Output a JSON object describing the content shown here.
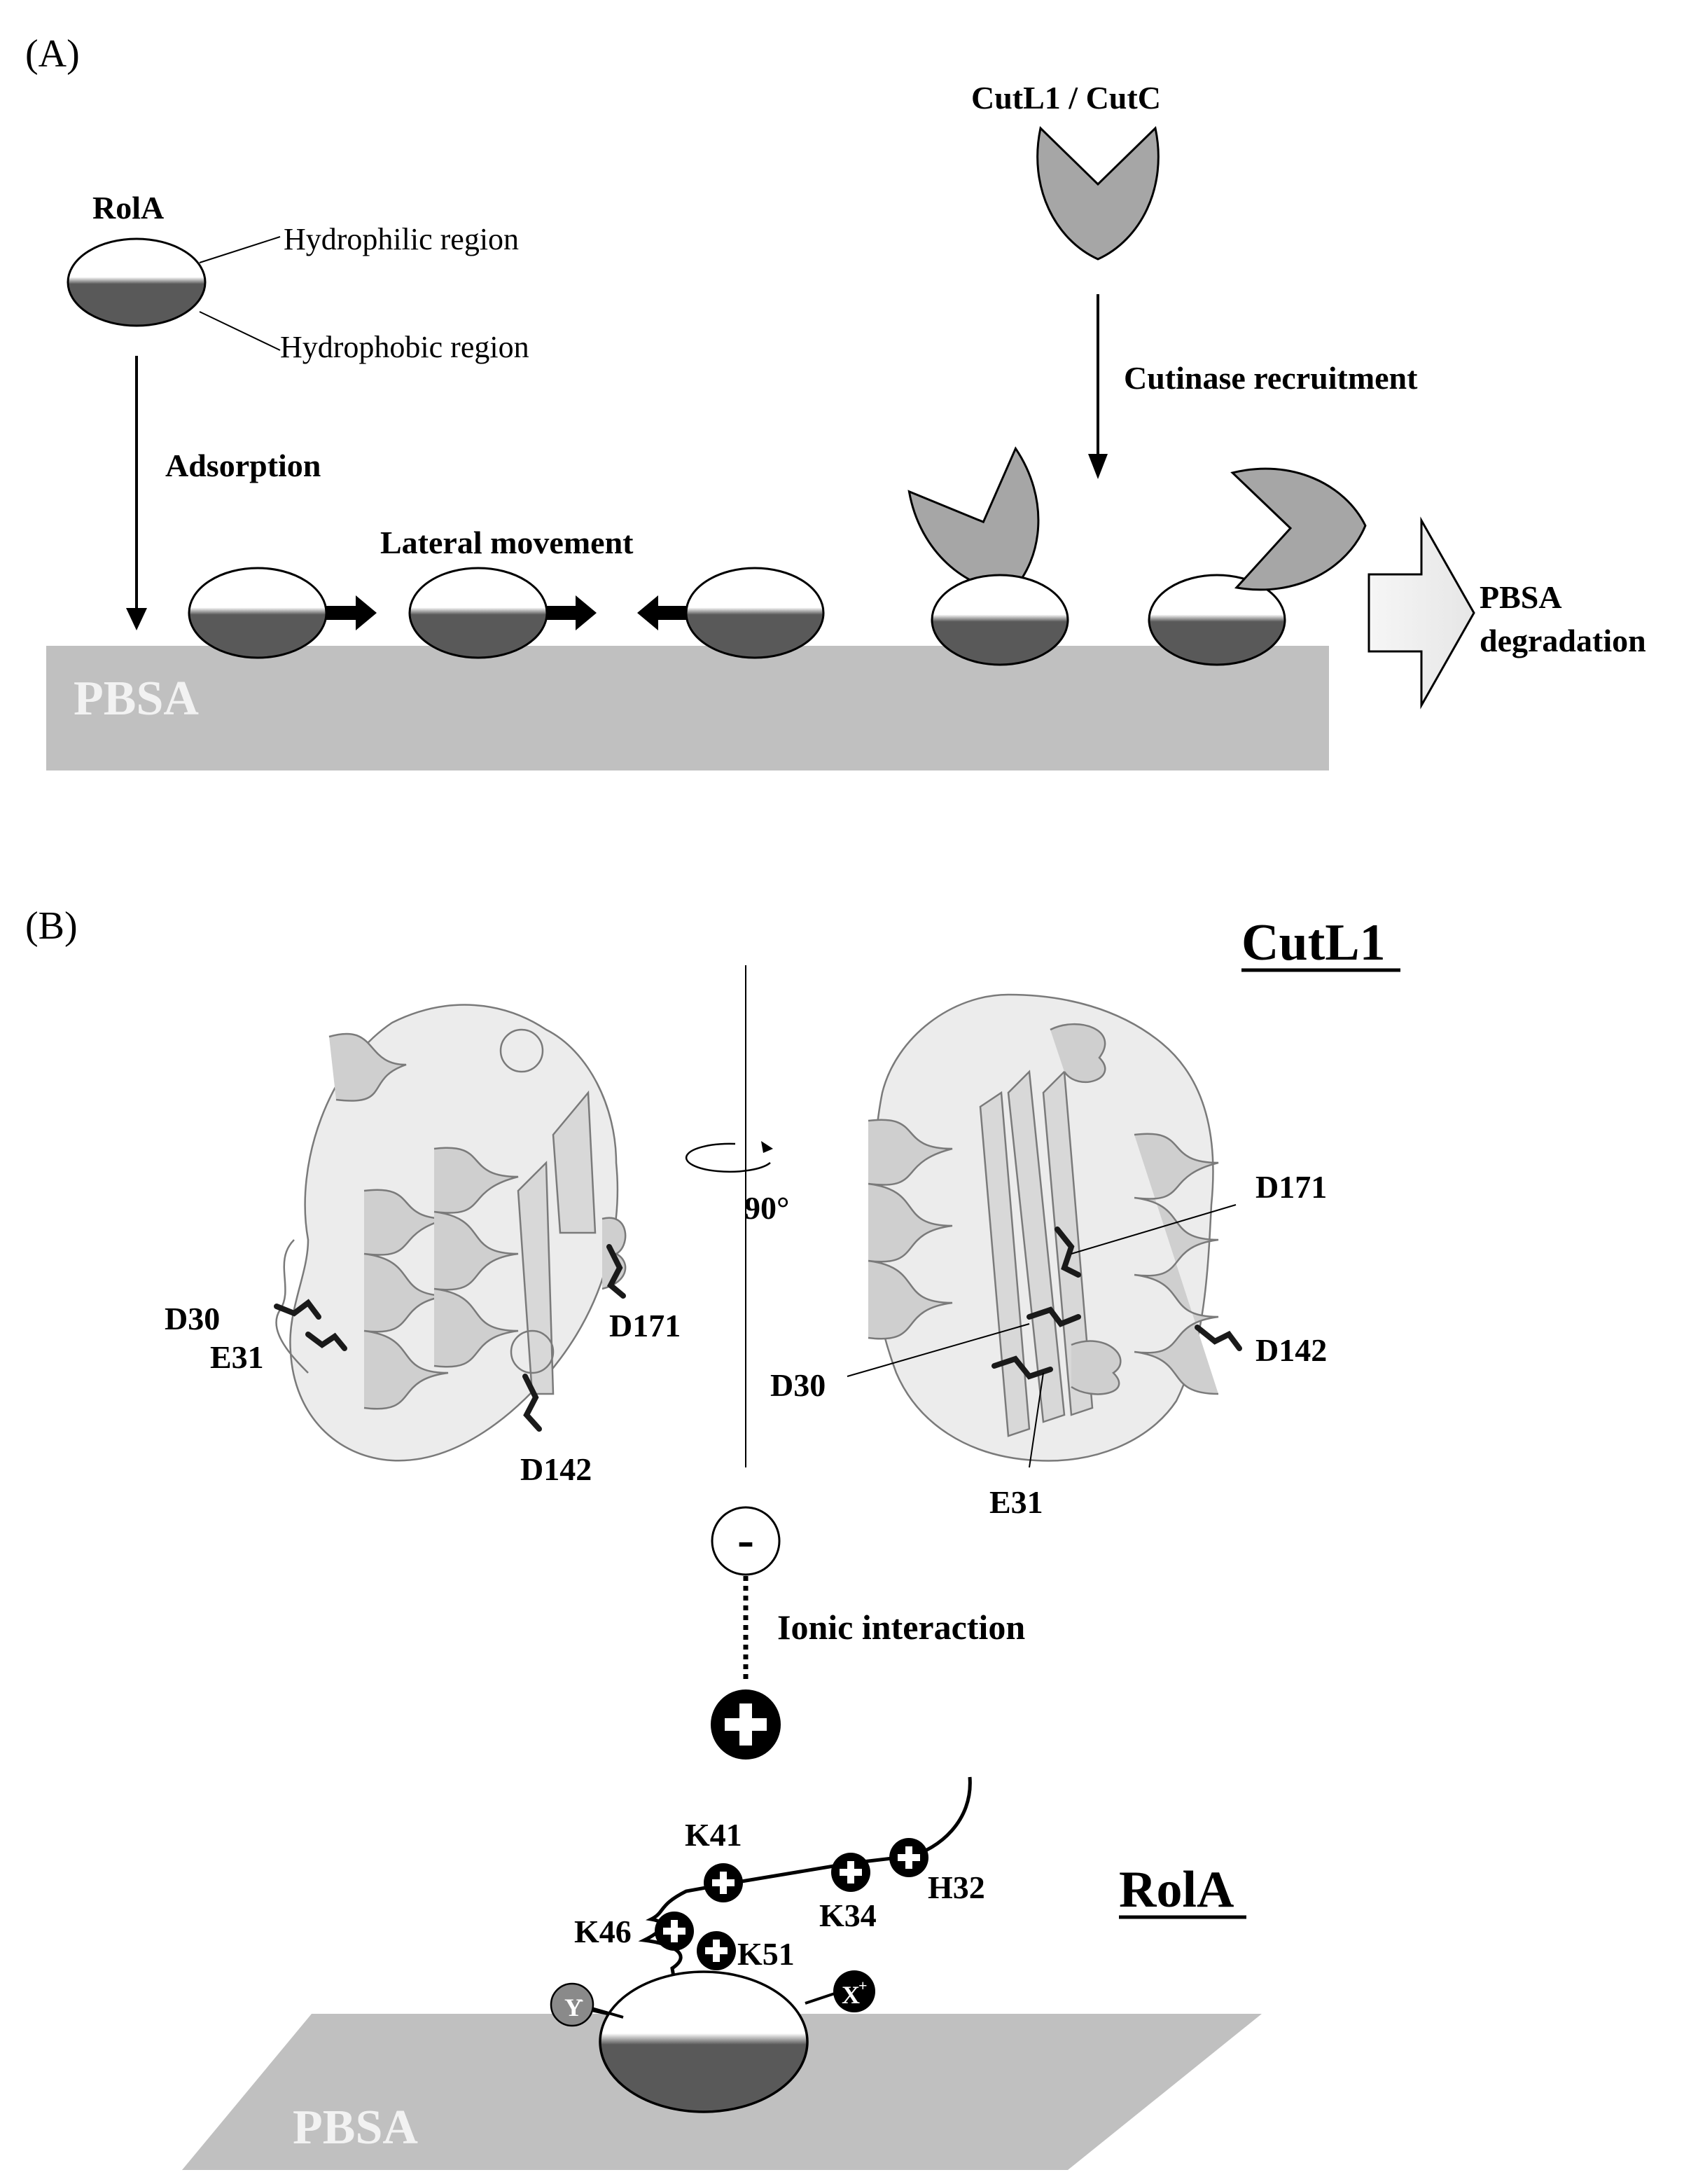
{
  "panel_a": {
    "label": "(A)",
    "rola_title": "RolA",
    "hydrophilic_label": "Hydrophilic region",
    "hydrophobic_label": "Hydrophobic region",
    "adsorption_label": "Adsorption",
    "lateral_label": "Lateral movement",
    "cutinase_title": "CutL1 / CutC",
    "recruitment_label": "Cutinase recruitment",
    "surface_label": "PBSA",
    "degradation_line1": "PBSA",
    "degradation_line2": "degradation"
  },
  "panel_b": {
    "label": "(B)",
    "cutl1_title": "CutL1",
    "rotation_label": "90°",
    "left_residues": {
      "d30": "D30",
      "e31": "E31",
      "d171": "D171",
      "d142": "D142"
    },
    "right_residues": {
      "d171": "D171",
      "d142": "D142",
      "d30": "D30",
      "e31": "E31"
    },
    "minus_sign": "-",
    "ionic_label": "Ionic interaction",
    "rola_title": "RolA",
    "residues": {
      "k41": "K41",
      "k34": "K34",
      "h32": "H32",
      "k46": "K46",
      "k51": "K51"
    },
    "y_label": "Y",
    "x_label": "X",
    "surface_label": "PBSA"
  },
  "colors": {
    "surface": "#c0c0c0",
    "hydrophobic": "#595959",
    "cutinase": "#a6a6a6",
    "ribbon": "#cfcfcf",
    "residue": "#1a1a1a"
  }
}
